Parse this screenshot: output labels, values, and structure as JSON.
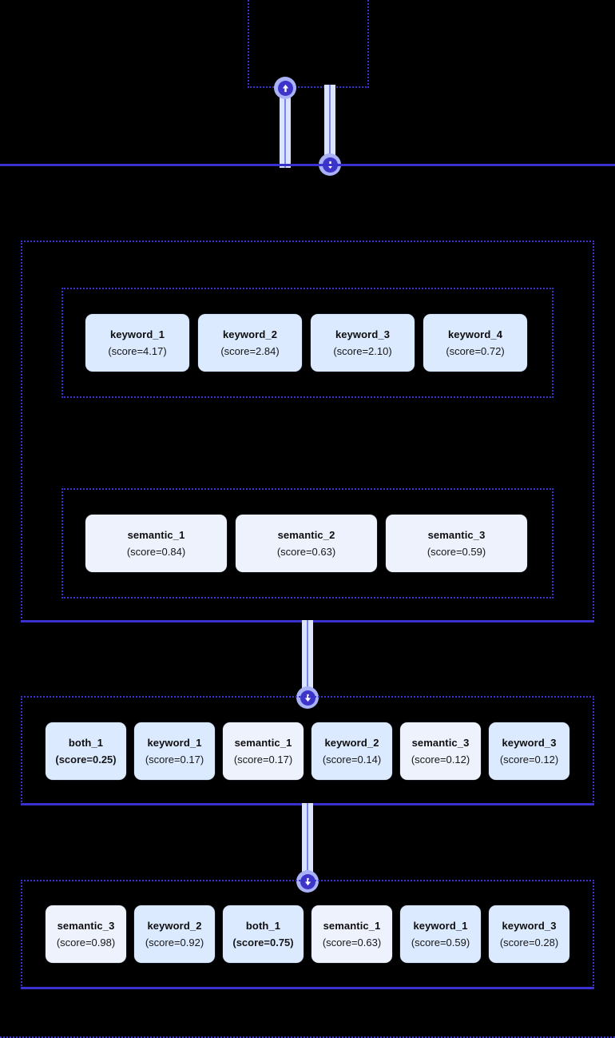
{
  "diagram": {
    "type": "flowchart",
    "title": "hybrid-search-pipeline",
    "background": "#000000",
    "accent_border": "#3a32cc",
    "edge_fill": "#dbe4fe",
    "edge_stroke": "#7b86e8",
    "marker_outer": "#a9b2f7",
    "marker_inner": "#3d34c9",
    "node_fill_keyword": "#dbeafe",
    "node_fill_semantic": "#eef2fc"
  },
  "groups": {
    "query_box": {
      "name": "query-node",
      "label": ""
    },
    "retrieval": {
      "name": "retrieval-stage",
      "label": ""
    },
    "keyword_group": {
      "name": "keyword-results-group",
      "label": ""
    },
    "semantic_group": {
      "name": "semantic-results-group",
      "label": ""
    },
    "fusion": {
      "name": "fusion-stage",
      "label": ""
    },
    "rerank": {
      "name": "rerank-stage",
      "label": ""
    },
    "output": {
      "name": "output-stage",
      "label": ""
    }
  },
  "rows": {
    "keyword": {
      "name": "keyword-results",
      "nodes": [
        {
          "label": "keyword_1",
          "score": "(score=4.17)",
          "kind": "kw",
          "value": 4.17
        },
        {
          "label": "keyword_2",
          "score": "(score=2.84)",
          "kind": "kw",
          "value": 2.84
        },
        {
          "label": "keyword_3",
          "score": "(score=2.10)",
          "kind": "kw",
          "value": 2.1
        },
        {
          "label": "keyword_4",
          "score": "(score=0.72)",
          "kind": "kw",
          "value": 0.72
        }
      ]
    },
    "semantic": {
      "name": "semantic-results",
      "nodes": [
        {
          "label": "semantic_1",
          "score": "(score=0.84)",
          "kind": "sem",
          "value": 0.84
        },
        {
          "label": "semantic_2",
          "score": "(score=0.63)",
          "kind": "sem",
          "value": 0.63
        },
        {
          "label": "semantic_3",
          "score": "(score=0.59)",
          "kind": "sem",
          "value": 0.59
        }
      ]
    },
    "fusion": {
      "name": "fusion-results",
      "nodes": [
        {
          "label": "both_1",
          "score": "(score=0.25)",
          "kind": "both",
          "value": 0.25
        },
        {
          "label": "keyword_1",
          "score": "(score=0.17)",
          "kind": "kw",
          "value": 0.17
        },
        {
          "label": "semantic_1",
          "score": "(score=0.17)",
          "kind": "sem",
          "value": 0.17
        },
        {
          "label": "keyword_2",
          "score": "(score=0.14)",
          "kind": "kw",
          "value": 0.14
        },
        {
          "label": "semantic_3",
          "score": "(score=0.12)",
          "kind": "sem",
          "value": 0.12
        },
        {
          "label": "keyword_3",
          "score": "(score=0.12)",
          "kind": "kw",
          "value": 0.12
        }
      ]
    },
    "rerank": {
      "name": "rerank-results",
      "nodes": [
        {
          "label": "semantic_3",
          "score": "(score=0.98)",
          "kind": "sem",
          "value": 0.98
        },
        {
          "label": "keyword_2",
          "score": "(score=0.92)",
          "kind": "kw",
          "value": 0.92
        },
        {
          "label": "both_1",
          "score": "(score=0.75)",
          "kind": "both",
          "value": 0.75
        },
        {
          "label": "semantic_1",
          "score": "(score=0.63)",
          "kind": "sem",
          "value": 0.63
        },
        {
          "label": "keyword_1",
          "score": "(score=0.59)",
          "kind": "kw",
          "value": 0.59
        },
        {
          "label": "keyword_3",
          "score": "(score=0.28)",
          "kind": "kw",
          "value": 0.28
        }
      ]
    }
  },
  "edges": [
    {
      "name": "edge-query-up",
      "direction": "up"
    },
    {
      "name": "edge-query-down",
      "direction": "down"
    },
    {
      "name": "edge-retrieval-to-fusion",
      "direction": "down"
    },
    {
      "name": "edge-fusion-to-rerank",
      "direction": "down"
    }
  ]
}
